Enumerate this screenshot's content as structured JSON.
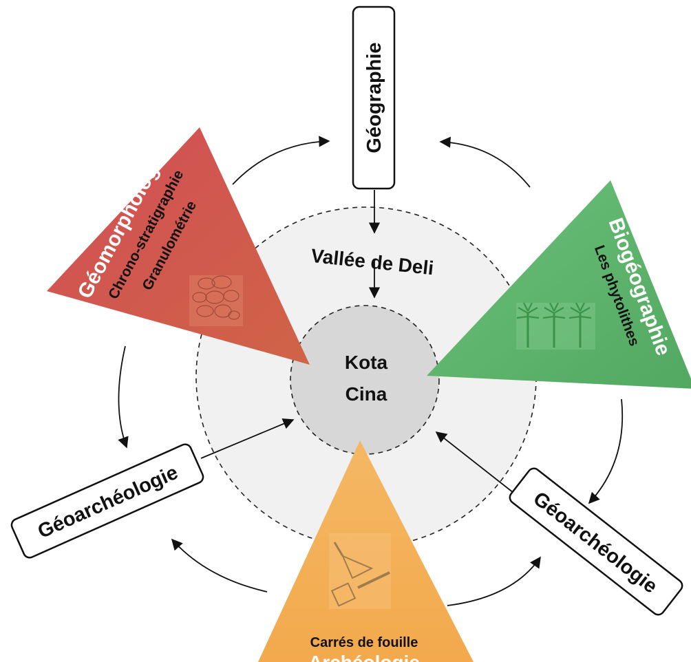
{
  "center": {
    "line1": "Kota",
    "line2": "Cina"
  },
  "ring_label": "Vallée de Deli",
  "boxes": {
    "top": "Géographie",
    "left": "Géoarchéologie",
    "right": "Géoarchéologie"
  },
  "triangles": {
    "red": {
      "title": "Géomorphologie",
      "sub1": "Chrono-stratigraphie",
      "sub2": "Granulométrie"
    },
    "green": {
      "title": "Biogéographie",
      "sub1": "Les phytolithes"
    },
    "orange": {
      "sub1": "Carrés de fouille",
      "title": "Archéologie"
    }
  },
  "colors": {
    "red": "#d0534f",
    "green": "#5fb36c",
    "orange": "#f3b05a",
    "ring": "#f1f1f1",
    "core": "#d7d7d7"
  }
}
